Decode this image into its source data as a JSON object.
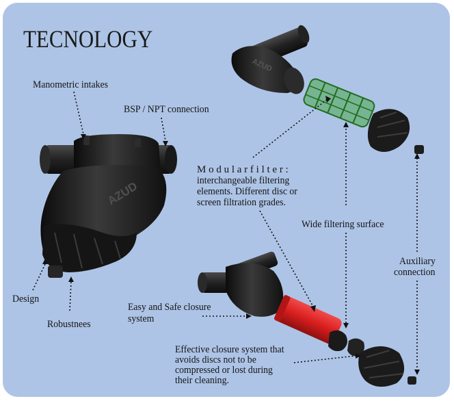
{
  "title": "TECNOLOGY",
  "labels": {
    "manometric": "Manometric intakes",
    "bsp": "BSP / NPT connection",
    "modular_1": "M o d u l a r   f i l t e r :",
    "modular_2": "interchangeable filtering",
    "modular_3": "elements. Different disc or",
    "modular_4": "screen filtration grades.",
    "wide": "Wide filtering surface",
    "auxiliary_1": "Auxiliary",
    "auxiliary_2": "connection",
    "design": "Design",
    "robustnees": "Robustnees",
    "easy_1": "Easy and Safe closure",
    "easy_2": "system",
    "effective_1": "Effective closure system that",
    "effective_2": "avoids discs not to be",
    "effective_3": "compressed or lost during",
    "effective_4": "their cleaning."
  },
  "logos": {
    "main": "AZUD",
    "top": "AZUD"
  },
  "colors": {
    "background": "#adc4e6",
    "body": "#1c1c1c",
    "screen_green": "#3c9a3c",
    "disc_red": "#d81e1e"
  }
}
